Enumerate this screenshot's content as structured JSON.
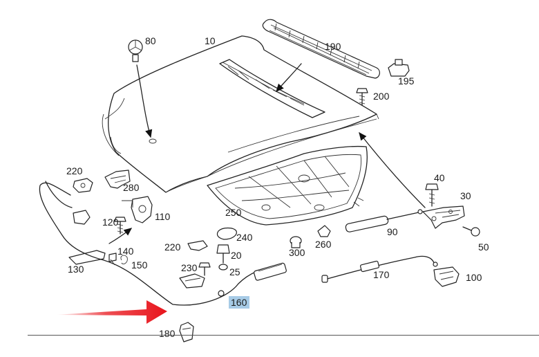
{
  "labels": {
    "p10": "10",
    "p20": "20",
    "p25": "25",
    "p30": "30",
    "p40": "40",
    "p50": "50",
    "p80": "80",
    "p90": "90",
    "p100": "100",
    "p110": "110",
    "p120": "120",
    "p130": "130",
    "p140": "140",
    "p150": "150",
    "p160": "160",
    "p170": "170",
    "p180": "180",
    "p190": "190",
    "p195": "195",
    "p200": "200",
    "p220a": "220",
    "p220b": "220",
    "p230": "230",
    "p240": "240",
    "p250": "250",
    "p260": "260",
    "p280": "280",
    "p300": "300"
  },
  "colors": {
    "line": "#222222",
    "highlight": "#a7cbe6",
    "arrow": "#e8151c",
    "background": "#ffffff"
  },
  "highlighted_part": "160",
  "icons": {
    "pointer": "red-pointer-arrow-icon",
    "emblem": "star-emblem-icon"
  }
}
